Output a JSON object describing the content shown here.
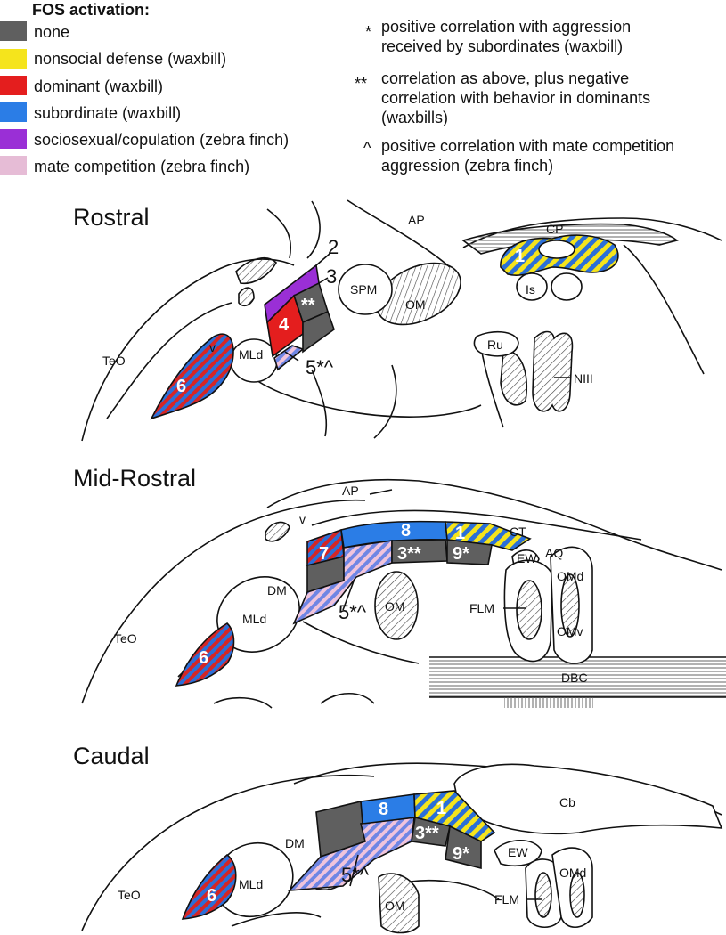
{
  "legend": {
    "title": "FOS activation:",
    "items": [
      {
        "label": "none",
        "color": "#5f5f5f"
      },
      {
        "label": "nonsocial defense (waxbill)",
        "color": "#f5e41c"
      },
      {
        "label": "dominant (waxbill)",
        "color": "#e41e1e"
      },
      {
        "label": "subordinate (waxbill)",
        "color": "#2b7de6"
      },
      {
        "label": "sociosexual/copulation (zebra finch)",
        "color": "#9a2fd6"
      },
      {
        "label": "mate competition (zebra finch)",
        "color": "#e6bcd6"
      }
    ]
  },
  "notes": [
    {
      "symbol": "*",
      "lines": [
        "positive correlation with aggression",
        "received by subordinates (waxbill)"
      ]
    },
    {
      "symbol": "**",
      "lines": [
        "correlation as above, plus negative",
        "correlation with behavior in dominants",
        "(waxbills)"
      ]
    },
    {
      "symbol": "^",
      "lines": [
        "positive correlation with mate competition",
        "aggression (zebra finch)"
      ]
    }
  ],
  "sections": {
    "rostral": {
      "title": "Rostral",
      "labels": {
        "teo": "TeO",
        "v": "v",
        "mld": "MLd",
        "ap": "AP",
        "spm": "SPM",
        "om": "OM",
        "cp": "CP",
        "is": "Is",
        "ru": "Ru",
        "niii": "NIII"
      },
      "regions": {
        "r1": "1",
        "r2": "2",
        "r3": "3",
        "r4": "4",
        "r5": "5*^",
        "r6": "6",
        "dstar": "**"
      }
    },
    "midrostral": {
      "title": "Mid-Rostral",
      "labels": {
        "teo": "TeO",
        "v": "v",
        "dm": "DM",
        "mld": "MLd",
        "ap": "AP",
        "om": "OM",
        "ct": "CT",
        "aq": "AQ",
        "ew": "EW",
        "omd": "OMd",
        "omv": "OMv",
        "flm": "FLM",
        "dbc": "DBC"
      },
      "regions": {
        "r1": "1",
        "r3": "3**",
        "r5": "5*^",
        "r6": "6",
        "r7": "7",
        "r8": "8",
        "r9": "9*"
      }
    },
    "caudal": {
      "title": "Caudal",
      "labels": {
        "teo": "TeO",
        "dm": "DM",
        "mld": "MLd",
        "om": "OM",
        "cb": "Cb",
        "ew": "EW",
        "omd": "OMd",
        "flm": "FLM"
      },
      "regions": {
        "r1": "1",
        "r3": "3**",
        "r5": "5*^",
        "r6": "6",
        "r8": "8",
        "r9": "9*"
      }
    }
  }
}
